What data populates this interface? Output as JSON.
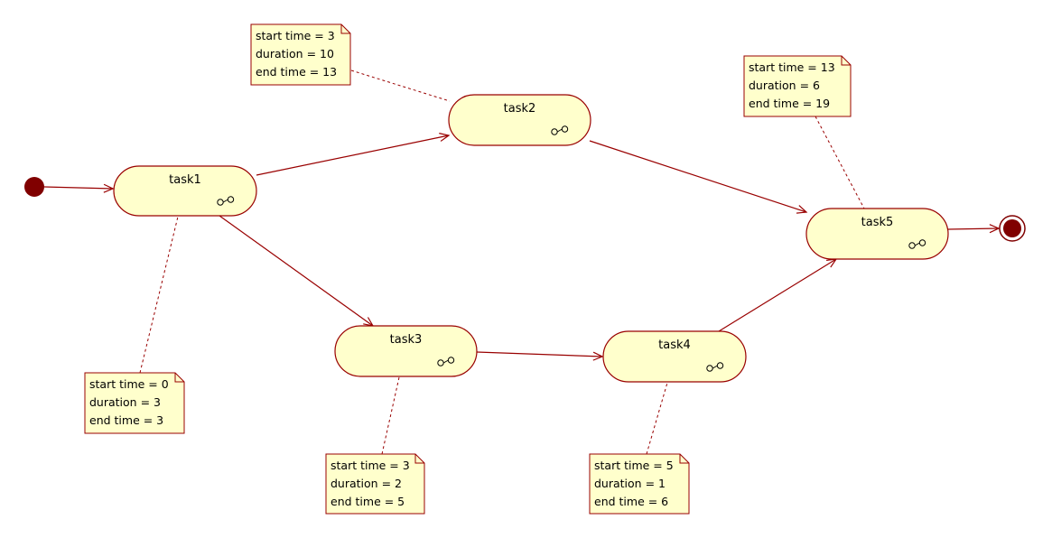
{
  "colors": {
    "line": "#990000",
    "task_fill": "#ffffcc",
    "task_stroke": "#990000",
    "note_fill": "#ffffcc",
    "note_stroke": "#990000",
    "node_fill": "#800000"
  },
  "tasks": [
    {
      "id": "task1",
      "label": "task1"
    },
    {
      "id": "task2",
      "label": "task2"
    },
    {
      "id": "task3",
      "label": "task3"
    },
    {
      "id": "task4",
      "label": "task4"
    },
    {
      "id": "task5",
      "label": "task5"
    }
  ],
  "notes": [
    {
      "task": "task1",
      "lines": [
        "start time = 0",
        "duration = 3",
        "end time = 3"
      ]
    },
    {
      "task": "task2",
      "lines": [
        "start time = 3",
        "duration = 10",
        "end time = 13"
      ]
    },
    {
      "task": "task3",
      "lines": [
        "start time = 3",
        "duration = 2",
        "end time = 5"
      ]
    },
    {
      "task": "task4",
      "lines": [
        "start time = 5",
        "duration = 1",
        "end time = 6"
      ]
    },
    {
      "task": "task5",
      "lines": [
        "start time = 13",
        "duration = 6",
        "end time = 19"
      ]
    }
  ],
  "transitions": [
    {
      "from": "start",
      "to": "task1"
    },
    {
      "from": "task1",
      "to": "task2"
    },
    {
      "from": "task1",
      "to": "task3"
    },
    {
      "from": "task2",
      "to": "task5"
    },
    {
      "from": "task3",
      "to": "task4"
    },
    {
      "from": "task4",
      "to": "task5"
    },
    {
      "from": "task5",
      "to": "end"
    }
  ]
}
